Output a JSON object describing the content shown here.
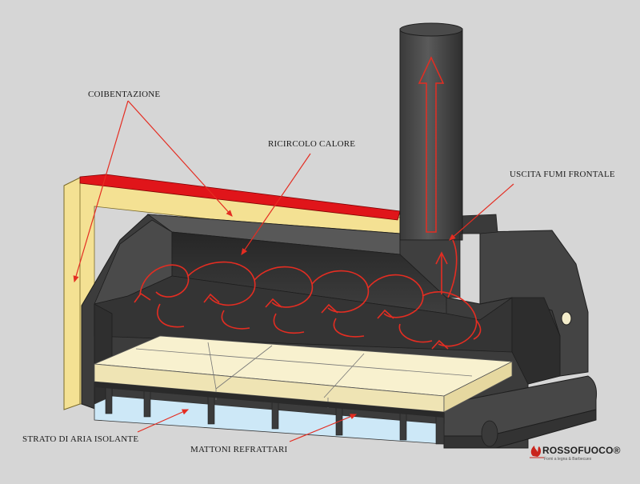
{
  "labels": {
    "coibentazione": "COIBENTAZIONE",
    "ricircolo": "RICIRCOLO  CALORE",
    "uscita_fumi": "USCITA FUMI FRONTALE",
    "strato_aria": "STRATO DI ARIA ISOLANTE",
    "mattoni": "MATTONI REFRATTARI"
  },
  "brand": {
    "name": "ROSSOFUOCO®",
    "tagline": "Forni a legna & Barbecues"
  },
  "colors": {
    "background": "#d6d6d6",
    "insulation": "#f4e193",
    "insulation_top": "#e0151a",
    "oven_body": "#3c3c3c",
    "oven_dark": "#2c2c2c",
    "oven_light": "#585858",
    "bricks": "#f8f1cf",
    "air_layer": "#cde8f7",
    "arrow": "#e42d22"
  }
}
